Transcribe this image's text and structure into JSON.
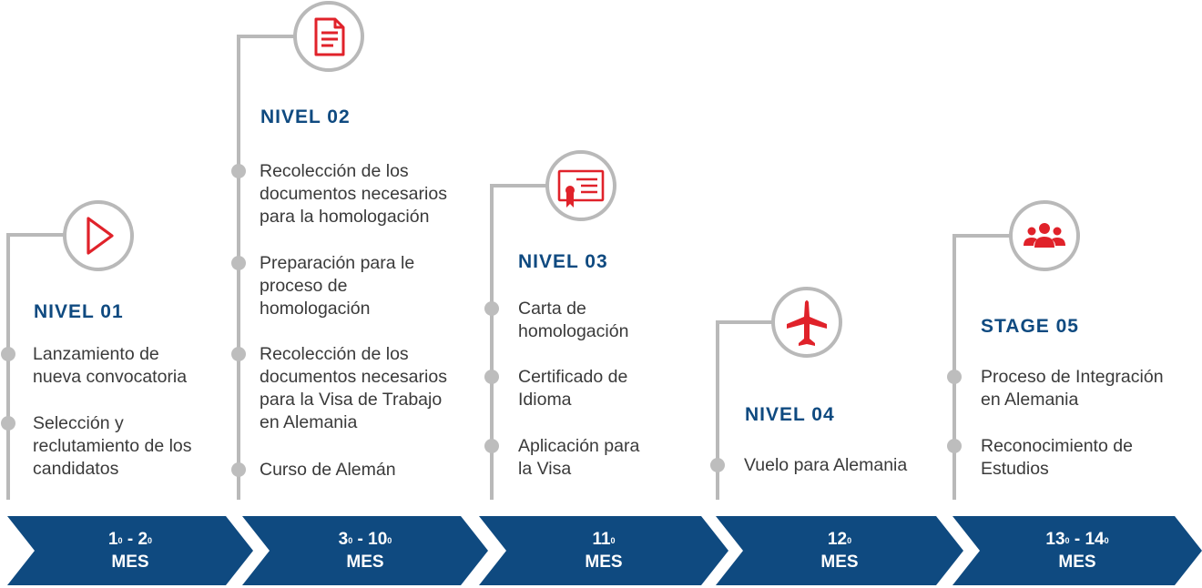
{
  "colors": {
    "line": "#b9b9b9",
    "dot": "#bdbdbd",
    "icon": "#e0222a",
    "title": "#0f4a80",
    "text": "#3a3a3a",
    "chevron": "#0f4a80"
  },
  "stages": [
    {
      "icon": "play-icon",
      "title": "NIVEL 01",
      "items": [
        "Lanzamiento de\nnueva convocatoria",
        "Selección y\nreclutamiento de los\ncandidatos"
      ],
      "month": {
        "range": "1º - 2º",
        "sup1": "0",
        "sup2": "0",
        "a": "1",
        "b": "2",
        "unit": "MES"
      }
    },
    {
      "icon": "document-icon",
      "title": "NIVEL 02",
      "items": [
        "Recolección de los\ndocumentos necesarios\npara la homologación",
        "Preparación para le\nproceso de\nhomologación",
        "Recolección de los\ndocumentos necesarios\npara la Visa de Trabajo\nen Alemania",
        "Curso de Alemán"
      ],
      "month": {
        "a": "3",
        "b": "10",
        "sup1": "0",
        "sup2": "0",
        "unit": "MES"
      }
    },
    {
      "icon": "certificate-icon",
      "title": "NIVEL 03",
      "items": [
        "Carta de\nhomologación",
        "Certificado de\nIdioma",
        "Aplicación para\nla Visa"
      ],
      "month": {
        "a": "11",
        "b": "",
        "sup1": "0",
        "sup2": "",
        "unit": "MES"
      }
    },
    {
      "icon": "airplane-icon",
      "title": "NIVEL 04",
      "items": [
        "Vuelo para Alemania"
      ],
      "month": {
        "a": "12",
        "b": "",
        "sup1": "0",
        "sup2": "",
        "unit": "MES"
      }
    },
    {
      "icon": "group-icon",
      "title": "STAGE 05",
      "items": [
        "Proceso de Integración\nen Alemania",
        "Reconocimiento de\nEstudios"
      ],
      "month": {
        "a": "13",
        "b": "14",
        "sup1": "0",
        "sup2": "0",
        "unit": "MES"
      }
    }
  ]
}
